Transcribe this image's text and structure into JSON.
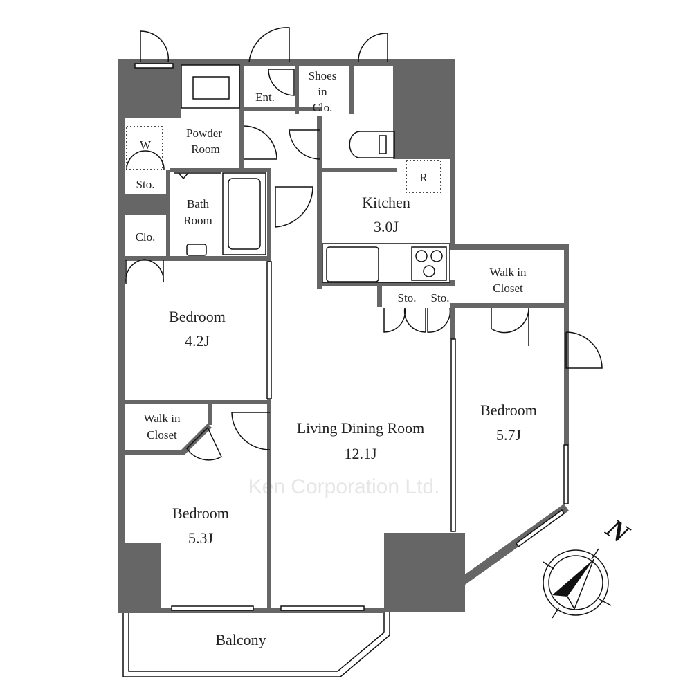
{
  "rooms": {
    "entrance": "Ent.",
    "shoes_closet": [
      "Shoes",
      "in",
      "Clo."
    ],
    "powder_room": [
      "Powder",
      "Room"
    ],
    "washer": "W",
    "storage_left": "Sto.",
    "bath_room": [
      "Bath",
      "Room"
    ],
    "closet": "Clo.",
    "kitchen": {
      "name": "Kitchen",
      "size": "3.0J"
    },
    "refrigerator": "R",
    "storage_kitchen_1": "Sto.",
    "storage_kitchen_2": "Sto.",
    "walk_in_closet_right": [
      "Walk in",
      "Closet"
    ],
    "bedroom_1": {
      "name": "Bedroom",
      "size": "4.2J"
    },
    "walk_in_closet_left": [
      "Walk in",
      "Closet"
    ],
    "living_dining": {
      "name": "Living Dining Room",
      "size": "12.1J"
    },
    "bedroom_2": {
      "name": "Bedroom",
      "size": "5.7J"
    },
    "bedroom_3": {
      "name": "Bedroom",
      "size": "5.3J"
    },
    "balcony": "Balcony"
  },
  "compass": {
    "label": "N"
  },
  "watermark": "Ken Corporation Ltd.",
  "colors": {
    "wall": "#666666",
    "line": "#111111",
    "watermark": "#e6e6e6"
  }
}
